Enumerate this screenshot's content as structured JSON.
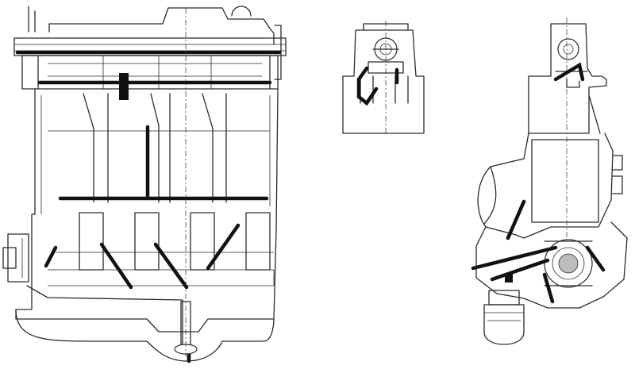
{
  "figure": {
    "background_color": "#ffffff",
    "line_color": "#2a2a2a",
    "oil_passage_color": "#111111",
    "views": [
      "front-section",
      "head-detail-section",
      "side-section"
    ]
  }
}
